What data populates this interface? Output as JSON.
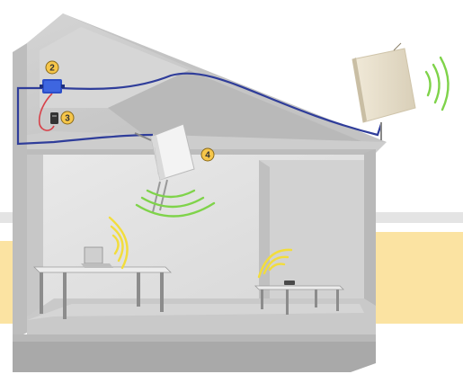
{
  "callouts": [
    {
      "id": "amplifier",
      "label": "2"
    },
    {
      "id": "power-supply",
      "label": "3"
    },
    {
      "id": "indoor-antenna",
      "label": "4"
    }
  ],
  "colors": {
    "background_band": "#fbe3a2",
    "grey_band": "#e6e6e6",
    "wall_light": "#d9d9d9",
    "wall_dark": "#bdbdbd",
    "roof_top": "#cfcfcf",
    "floor": "#c8c8c8",
    "foundation": "#a9a9a9",
    "cable": "#2f3d9a",
    "power_cable": "#d8424a",
    "signal": "#7fd34a",
    "signal_yellow": "#f2dd3c",
    "callout_fill": "#f6c64a",
    "antenna_panel": "#e8dfcc"
  },
  "icons": [
    "amplifier-icon",
    "power-supply-icon",
    "outdoor-panel-antenna-icon",
    "indoor-antenna-icon",
    "laptop-icon",
    "phone-icon"
  ]
}
